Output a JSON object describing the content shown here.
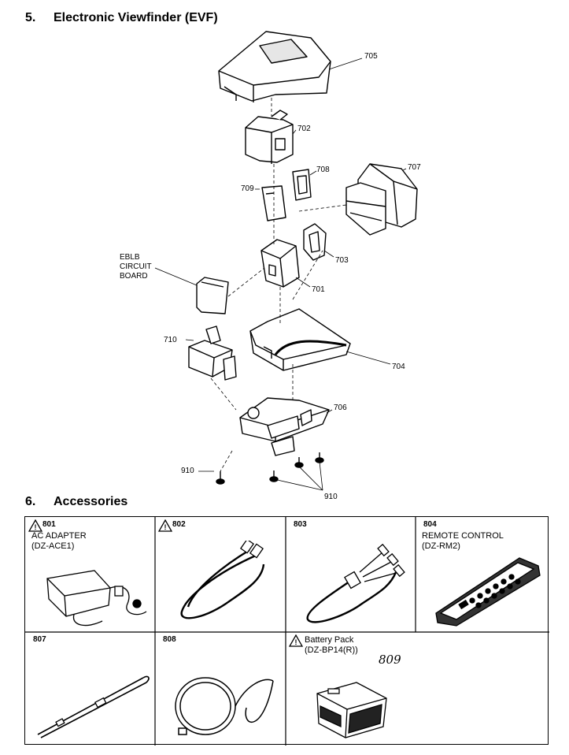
{
  "sections": {
    "evf": {
      "number": "5.",
      "title": "Electronic Viewfinder (EVF)"
    },
    "accessories": {
      "number": "6.",
      "title": "Accessories"
    }
  },
  "callouts": {
    "c705": "705",
    "c702": "702",
    "c708": "708",
    "c707": "707",
    "c709": "709",
    "c703": "703",
    "c701": "701",
    "c710": "710",
    "c704": "704",
    "c706": "706",
    "c910a": "910",
    "c910b": "910",
    "eblb": [
      "EBLB",
      "CIRCUIT",
      "BOARD"
    ]
  },
  "accessories": [
    {
      "code": "801",
      "warning": true,
      "line1": "AC ADAPTER",
      "line2": "(DZ-ACE1)"
    },
    {
      "code": "802",
      "warning": true,
      "line1": "",
      "line2": ""
    },
    {
      "code": "803",
      "warning": false,
      "line1": "",
      "line2": ""
    },
    {
      "code": "804",
      "warning": false,
      "line1": "REMOTE CONTROL",
      "line2": "(DZ-RM2)"
    },
    {
      "code": "807",
      "warning": false,
      "line1": "",
      "line2": ""
    },
    {
      "code": "808",
      "warning": false,
      "line1": "",
      "line2": ""
    },
    {
      "code": "",
      "warning": true,
      "line1": "Battery Pack",
      "line2": "(DZ-BP14(R))"
    }
  ],
  "handwritten_code": "809"
}
